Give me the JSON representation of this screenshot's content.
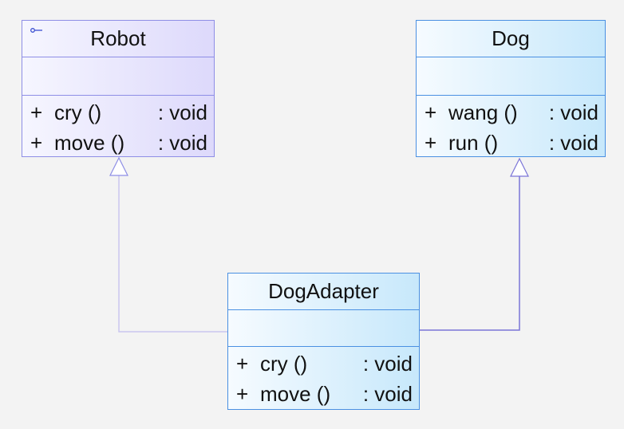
{
  "classes": {
    "robot": {
      "name": "Robot",
      "operations": [
        {
          "visibility": "+",
          "name": "cry ()",
          "return": ": void"
        },
        {
          "visibility": "+",
          "name": "move ()",
          "return": ": void"
        }
      ]
    },
    "dog": {
      "name": "Dog",
      "operations": [
        {
          "visibility": "+",
          "name": "wang ()",
          "return": ": void"
        },
        {
          "visibility": "+",
          "name": "run ()",
          "return": ": void"
        }
      ]
    },
    "adapter": {
      "name": "DogAdapter",
      "operations": [
        {
          "visibility": "+",
          "name": "cry ()",
          "return": ": void"
        },
        {
          "visibility": "+",
          "name": "move ()",
          "return": ": void"
        }
      ]
    }
  },
  "relations": [
    {
      "type": "realization",
      "from": "DogAdapter",
      "to": "Robot"
    },
    {
      "type": "generalization",
      "from": "DogAdapter",
      "to": "Dog"
    }
  ],
  "colors": {
    "background": "#f3f3f3",
    "robot_border": "#8e8ee6",
    "class_border": "#4a90e2",
    "realization_line": "#c9c6f0",
    "generalization_line": "#7b74d8"
  }
}
